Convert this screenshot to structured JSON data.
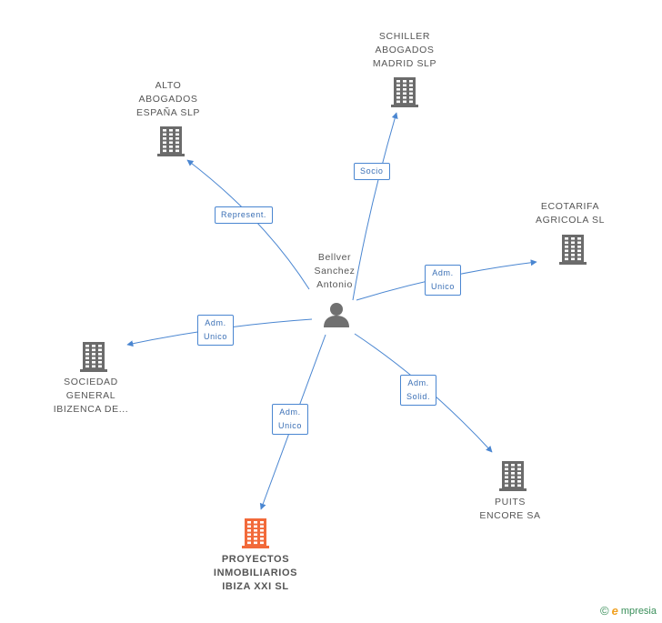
{
  "colors": {
    "edge": "#4a86d1",
    "company": "#6b6b6b",
    "focus_company": "#f26a3a",
    "person": "#707070"
  },
  "person": {
    "label": "Bellver\nSanchez\nAntonio",
    "icon": "person-icon"
  },
  "companies": [
    {
      "id": "schiller",
      "label": "SCHILLER\nABOGADOS\nMADRID SLP",
      "icon": "building-icon"
    },
    {
      "id": "alto",
      "label": "ALTO\nABOGADOS\nESPAÑA  SLP",
      "icon": "building-icon"
    },
    {
      "id": "ecotarifa",
      "label": "ECOTARIFA\nAGRICOLA  SL",
      "icon": "building-icon"
    },
    {
      "id": "sociedad",
      "label": "SOCIEDAD\nGENERAL\nIBIZENCA DE...",
      "icon": "building-icon"
    },
    {
      "id": "puits",
      "label": "PUITS\nENCORE SA",
      "icon": "building-icon"
    },
    {
      "id": "proyectos",
      "label": "PROYECTOS\nINMOBILIARIOS\nIBIZA XXI SL",
      "icon": "building-icon",
      "focus": true
    }
  ],
  "edges": [
    {
      "to": "schiller",
      "label": "Socio"
    },
    {
      "to": "alto",
      "label": "Represent."
    },
    {
      "to": "ecotarifa",
      "label": "Adm.\nUnico"
    },
    {
      "to": "sociedad",
      "label": "Adm.\nUnico"
    },
    {
      "to": "puits",
      "label": "Adm.\nSolid."
    },
    {
      "to": "proyectos",
      "label": "Adm.\nUnico"
    }
  ],
  "footer": {
    "copyright_symbol": "©",
    "brand_initial": "e",
    "brand_rest": "mpresia"
  }
}
